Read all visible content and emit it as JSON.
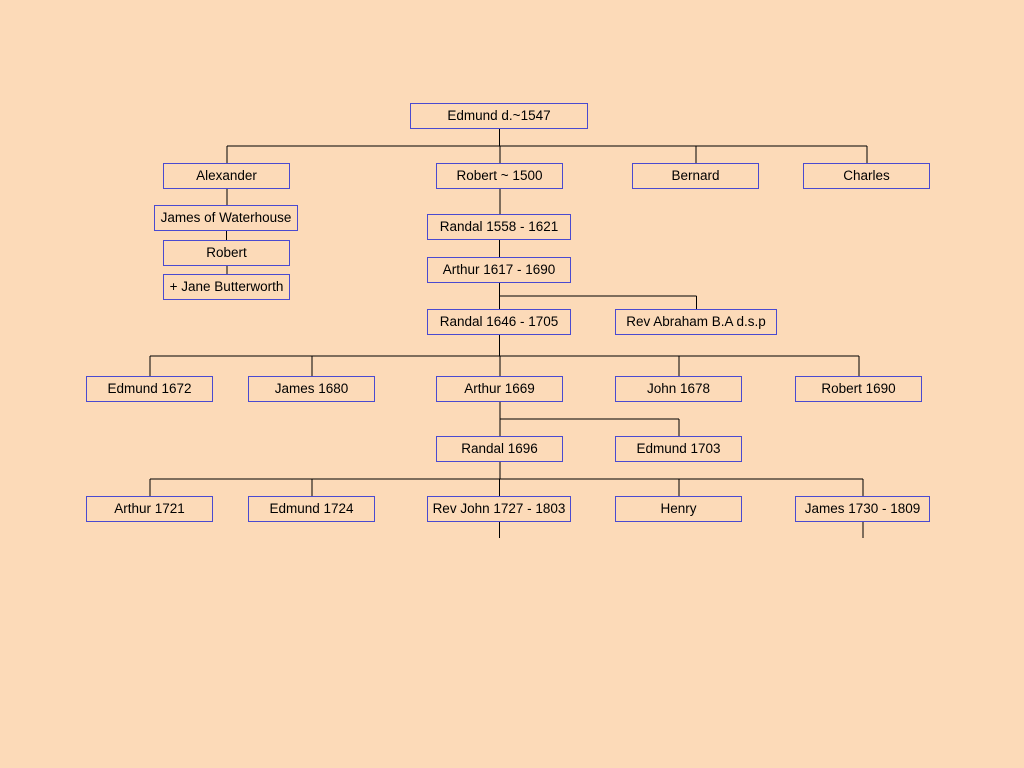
{
  "background_color": "#fcdab8",
  "box_border_color": "#4a4ad0",
  "line_color": "#000000",
  "people": {
    "edmund_1547": "Edmund d.~1547",
    "alexander": "Alexander",
    "robert_1500": "Robert ~ 1500",
    "bernard": "Bernard",
    "charles": "Charles",
    "james_waterhouse": "James of Waterhouse",
    "robert_son": "Robert",
    "jane_butterworth": "+ Jane Butterworth",
    "randal_1558": "Randal 1558 - 1621",
    "arthur_1617": "Arthur 1617 - 1690",
    "randal_1646": "Randal 1646 - 1705",
    "rev_abraham": "Rev Abraham B.A d.s.p",
    "edmund_1672": "Edmund 1672",
    "james_1680": "James 1680",
    "arthur_1669": "Arthur 1669",
    "john_1678": "John 1678",
    "robert_1690": "Robert 1690",
    "randal_1696": "Randal 1696",
    "edmund_1703": "Edmund 1703",
    "arthur_1721": "Arthur 1721",
    "edmund_1724": "Edmund 1724",
    "rev_john": "Rev John 1727 - 1803",
    "henry": "Henry",
    "james_1730": "James 1730 - 1809"
  },
  "relationships": [
    {
      "parent": "edmund_1547",
      "children": [
        "alexander",
        "robert_1500",
        "bernard",
        "charles"
      ]
    },
    {
      "parent": "alexander",
      "children": [
        "james_waterhouse"
      ]
    },
    {
      "parent": "james_waterhouse",
      "children": [
        "robert_son"
      ]
    },
    {
      "parent": "robert_son",
      "children": [
        "jane_butterworth"
      ]
    },
    {
      "parent": "robert_1500",
      "children": [
        "randal_1558"
      ]
    },
    {
      "parent": "randal_1558",
      "children": [
        "arthur_1617"
      ]
    },
    {
      "parent": "arthur_1617",
      "children": [
        "randal_1646",
        "rev_abraham"
      ]
    },
    {
      "parent": "randal_1646",
      "children": [
        "edmund_1672",
        "james_1680",
        "arthur_1669",
        "john_1678",
        "robert_1690"
      ]
    },
    {
      "parent": "arthur_1669",
      "children": [
        "randal_1696",
        "edmund_1703"
      ]
    },
    {
      "parent": "randal_1696",
      "children": [
        "arthur_1721",
        "edmund_1724",
        "rev_john",
        "henry",
        "james_1730"
      ]
    }
  ],
  "continues_below": [
    "rev_john",
    "james_1730"
  ]
}
